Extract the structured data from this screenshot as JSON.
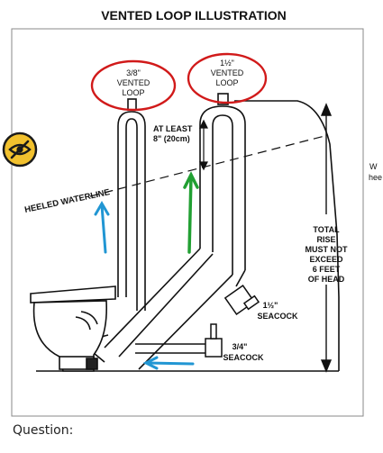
{
  "title": "VENTED LOOP ILLUSTRATION",
  "labels": {
    "small_vent": [
      "3/8\"",
      "VENTED",
      "LOOP"
    ],
    "large_vent": [
      "1½\"",
      "VENTED",
      "LOOP"
    ],
    "at_least": [
      "AT LEAST",
      "8\" (20cm)"
    ],
    "heeled_waterline": "HEELED WATERLINE",
    "total_rise": [
      "TOTAL",
      "RISE",
      "MUST NOT",
      "EXCEED",
      "6 FEET",
      "OF HEAD"
    ],
    "seacock_large": [
      "1½\"",
      "SEACOCK"
    ],
    "seacock_small": [
      "3/4\"",
      "SEACOCK"
    ],
    "edge_right": [
      "W",
      "hee"
    ]
  },
  "caption": "Question:",
  "colors": {
    "line": "#111111",
    "circle": "#d11a1a",
    "arrow_blue": "#2196d3",
    "arrow_green": "#22a033",
    "badge_fill": "#f2c12e",
    "badge_border": "#1a1a1a"
  },
  "icons": {
    "badge": "eye-slash-icon"
  }
}
